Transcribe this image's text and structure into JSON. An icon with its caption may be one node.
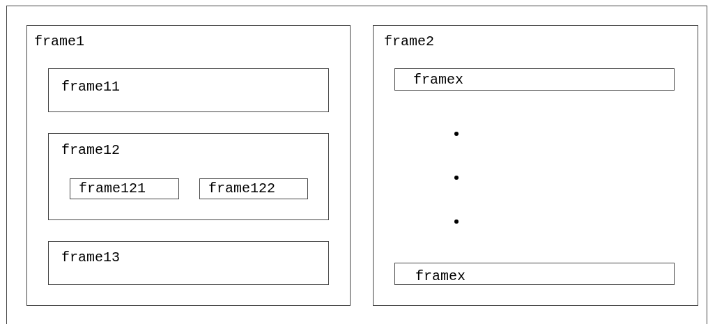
{
  "diagram": {
    "nodes": [
      {
        "text": [],
        "shape": "box"
      },
      {
        "text": [
          "frame1"
        ],
        "in": 0
      },
      {
        "text": [
          "frame11"
        ],
        "in": 1
      },
      {
        "text": [
          "frame12"
        ],
        "in": 1
      },
      {
        "text": [
          "frame121"
        ],
        "in": 3
      },
      {
        "text": [
          "frame122"
        ],
        "in": 3
      },
      {
        "text": [
          "frame13"
        ],
        "in": 1
      },
      {
        "text": [
          "frame2"
        ],
        "in": 0
      },
      {
        "text": [
          "framex"
        ],
        "in": 7
      },
      {
        "text": [
          "framex"
        ],
        "in": 7
      }
    ]
  }
}
